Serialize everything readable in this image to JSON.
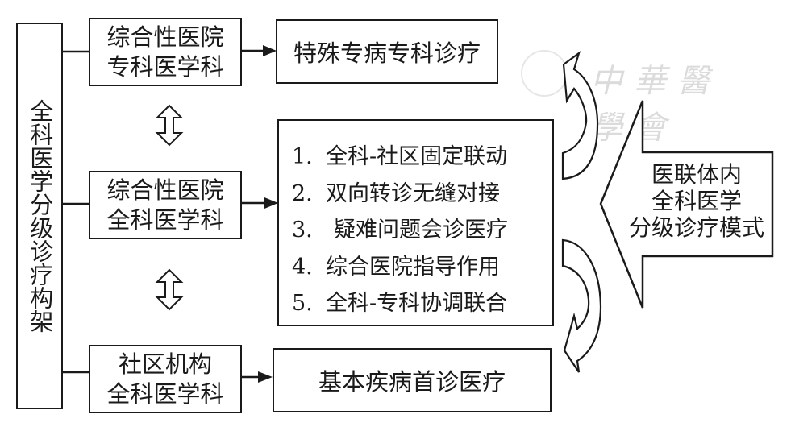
{
  "framework": {
    "label": "全科医学分级诊疗构架"
  },
  "levels": [
    {
      "line1": "综合性医院",
      "line2": "专科医学科",
      "outcome": "特殊专病专科诊疗"
    },
    {
      "line1": "综合性医院",
      "line2": "全科医学科"
    },
    {
      "line1": "社区机构",
      "line2": "全科医学科",
      "outcome": "基本疾病首诊医疗"
    }
  ],
  "mechanisms": [
    {
      "num": "1.",
      "text": "全科-社区固定联动"
    },
    {
      "num": "2.",
      "text": "双向转诊无缝对接"
    },
    {
      "num": "3.",
      "text": "疑难问题会诊医疗"
    },
    {
      "num": "4.",
      "text": "综合医院指导作用"
    },
    {
      "num": "5.",
      "text": "全科-专科协调联合"
    }
  ],
  "model": {
    "line1": "医联体内",
    "line2": "全科医学",
    "line3": "分级诊疗模式"
  },
  "watermark": {
    "text": "中華醫學會"
  },
  "colors": {
    "stroke": "#1a1a1a",
    "background": "#ffffff",
    "watermark": "#9a9a9a"
  }
}
